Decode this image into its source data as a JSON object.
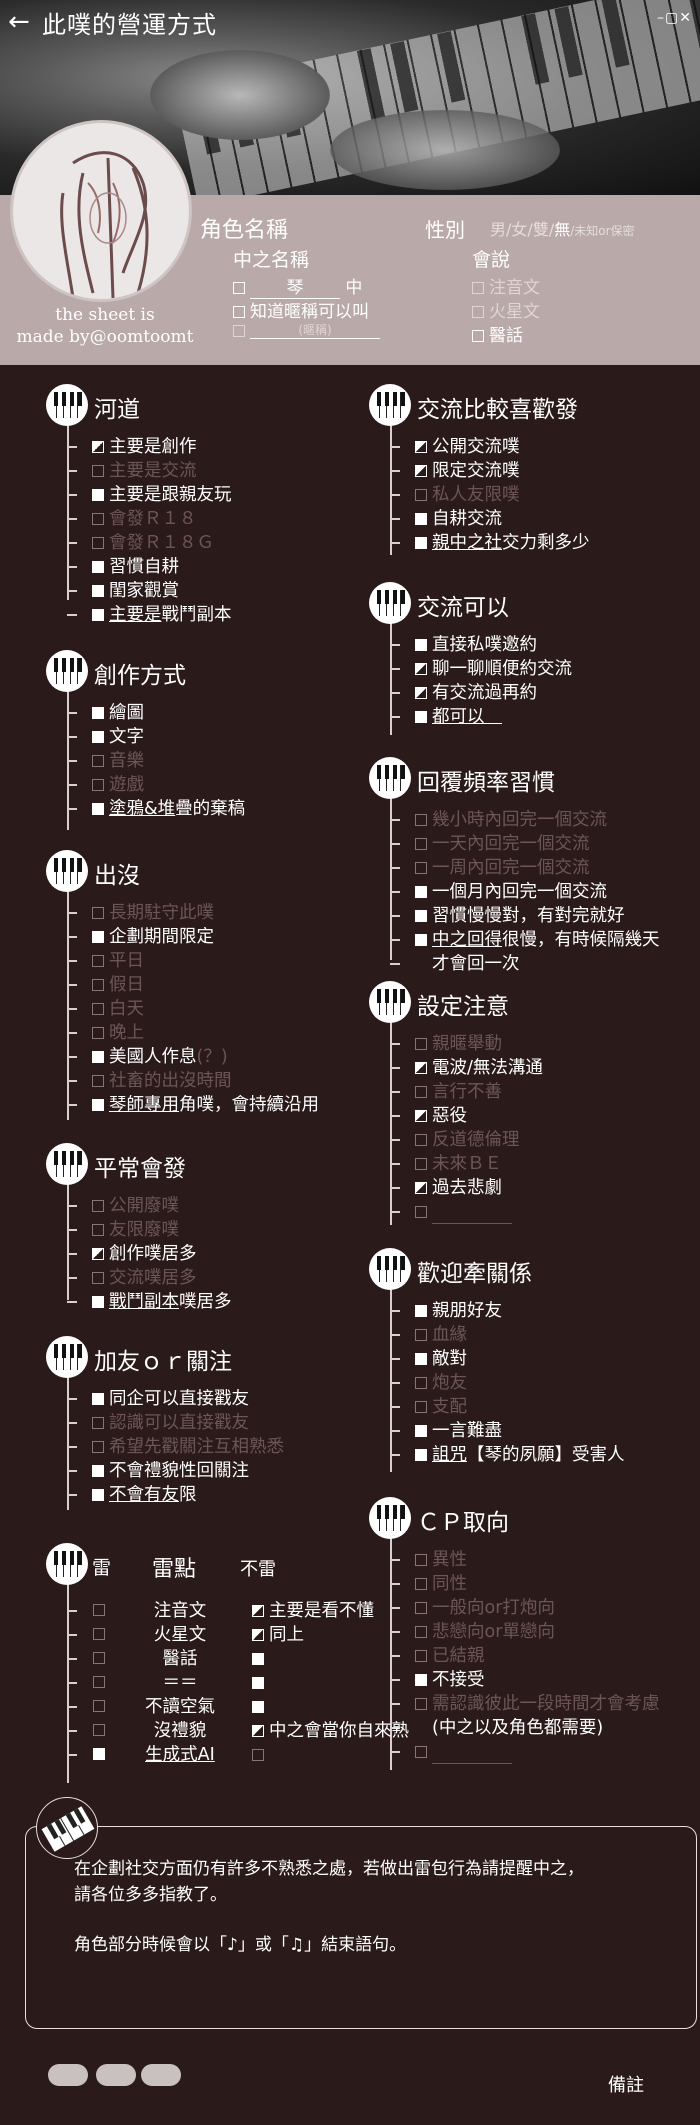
{
  "header": {
    "back_icon": "←",
    "title": "此噗的營運方式",
    "window_controls": "–▢✕"
  },
  "profile": {
    "credit_line1": "the sheet is",
    "credit_line2": "made by@oomtoomt",
    "role_label": "角色名稱",
    "gender_label": "性別",
    "gender_opts": [
      "男/",
      "女/",
      "雙/",
      "無",
      "/未知or保密"
    ],
    "nick_label": "中之名稱",
    "speak_label": "會說",
    "nick_rows": [
      {
        "prefix": "",
        "name": "琴",
        "suffix": "中",
        "state": "off"
      },
      {
        "text": "知道暱稱可以叫",
        "state": "off"
      },
      {
        "text": "(暱稱)",
        "state": "dim"
      }
    ],
    "speak_rows": [
      {
        "text": "注音文",
        "state": "dim"
      },
      {
        "text": "火星文",
        "state": "dim"
      },
      {
        "text": "醫話",
        "state": "off"
      }
    ]
  },
  "left": {
    "river": {
      "title": "河道",
      "items": [
        {
          "t": "主要是創作",
          "s": "half"
        },
        {
          "t": "主要是交流",
          "s": "dim"
        },
        {
          "t": "主要是跟親友玩",
          "s": "on"
        },
        {
          "t": "會發Ｒ１８",
          "s": "dim"
        },
        {
          "t": "會發Ｒ１８Ｇ",
          "s": "dim"
        },
        {
          "t": "習慣自耕",
          "s": "on"
        },
        {
          "t": "閨家觀賞",
          "s": "on"
        },
        {
          "t": "主要是戰鬥副本",
          "s": "on",
          "u": "主要是"
        }
      ]
    },
    "create": {
      "title": "創作方式",
      "items": [
        {
          "t": "繪圖",
          "s": "on"
        },
        {
          "t": "文字",
          "s": "on"
        },
        {
          "t": "音樂",
          "s": "dim"
        },
        {
          "t": "遊戲",
          "s": "dim"
        },
        {
          "t": "塗鴉&堆疊的棄稿",
          "s": "on",
          "u": "塗鴉&堆"
        }
      ]
    },
    "appear": {
      "title": "出沒",
      "items": [
        {
          "t": "長期駐守此噗",
          "s": "dim"
        },
        {
          "t": "企劃期間限定",
          "s": "on"
        },
        {
          "t": "平日",
          "s": "dim"
        },
        {
          "t": "假日",
          "s": "dim"
        },
        {
          "t": "白天",
          "s": "dim"
        },
        {
          "t": "晚上",
          "s": "dim"
        },
        {
          "t": "美國人作息",
          "s": "on",
          "tail": "(？)"
        },
        {
          "t": "社畜的出沒時間",
          "s": "dim"
        },
        {
          "t": "琴師專用角噗，會持續沿用",
          "s": "on",
          "u": "琴師專用"
        }
      ]
    },
    "usual": {
      "title": "平常會發",
      "items": [
        {
          "t": "公開廢噗",
          "s": "dim"
        },
        {
          "t": "友限廢噗",
          "s": "dim"
        },
        {
          "t": "創作噗居多",
          "s": "half"
        },
        {
          "t": "交流噗居多",
          "s": "dim"
        },
        {
          "t": "戰鬥副本噗居多",
          "s": "on",
          "u": "戰鬥副本"
        }
      ]
    },
    "friend": {
      "title": "加友ｏｒ關注",
      "items": [
        {
          "t": "同企可以直接戳友",
          "s": "on"
        },
        {
          "t": "認識可以直接戳友",
          "s": "dim"
        },
        {
          "t": "希望先戳關注互相熟悉",
          "s": "dim"
        },
        {
          "t": "不會禮貌性回關注",
          "s": "on"
        },
        {
          "t": "不會有友限",
          "s": "on",
          "u": "不會有友"
        }
      ]
    },
    "thunder": {
      "title": "雷",
      "mid": "雷點",
      "right": "不雷",
      "rows": [
        {
          "l": "dim",
          "name": "注音文",
          "rs": "half",
          "rt": "主要是看不懂"
        },
        {
          "l": "dim",
          "name": "火星文",
          "rs": "half",
          "rt": "同上"
        },
        {
          "l": "dim",
          "name": "醫話",
          "rs": "on",
          "rt": ""
        },
        {
          "l": "dim",
          "name": "＝＝",
          "rs": "on",
          "rt": ""
        },
        {
          "l": "dim",
          "name": "不讀空氣",
          "rs": "on",
          "rt": ""
        },
        {
          "l": "dim",
          "name": "沒禮貌",
          "rs": "half",
          "rt": "中之會當你自來熟"
        },
        {
          "l": "on",
          "name": "生成式AI",
          "rs": "dim",
          "rt": ""
        }
      ]
    }
  },
  "right": {
    "interact": {
      "title": "交流比較喜歡發",
      "items": [
        {
          "t": "公開交流噗",
          "s": "half"
        },
        {
          "t": "限定交流噗",
          "s": "half"
        },
        {
          "t": "私人友限噗",
          "s": "dim"
        },
        {
          "t": "自耕交流",
          "s": "on"
        },
        {
          "t": "親中之社交力剩多少",
          "s": "on",
          "u": "親中之社"
        }
      ]
    },
    "can": {
      "title": "交流可以",
      "items": [
        {
          "t": "直接私噗邀約",
          "s": "on"
        },
        {
          "t": "聊一聊順便約交流",
          "s": "half"
        },
        {
          "t": "有交流過再約",
          "s": "half"
        },
        {
          "t": "都可以",
          "s": "on",
          "u": "都可以　"
        }
      ]
    },
    "reply": {
      "title": "回覆頻率習慣",
      "items": [
        {
          "t": "幾小時內回完一個交流",
          "s": "dim"
        },
        {
          "t": "一天內回完一個交流",
          "s": "dim"
        },
        {
          "t": "一周內回完一個交流",
          "s": "dim"
        },
        {
          "t": "一個月內回完一個交流",
          "s": "on"
        },
        {
          "t": "習慣慢慢對，有對完就好",
          "s": "on"
        },
        {
          "t": "中之回得很慢，有時候隔幾天",
          "s": "on",
          "u": "中之回得"
        },
        {
          "t": "才會回一次",
          "s": "none"
        }
      ]
    },
    "setting": {
      "title": "設定注意",
      "items": [
        {
          "t": "親暱舉動",
          "s": "dim"
        },
        {
          "t": "電波/無法溝通",
          "s": "half"
        },
        {
          "t": "言行不善",
          "s": "dim"
        },
        {
          "t": "惡役",
          "s": "half"
        },
        {
          "t": "反道德倫理",
          "s": "dim"
        },
        {
          "t": "未來ＢＥ",
          "s": "dim"
        },
        {
          "t": "過去悲劇",
          "s": "half"
        },
        {
          "t": "",
          "s": "dim",
          "blank": true
        }
      ]
    },
    "relation": {
      "title": "歡迎牽關係",
      "items": [
        {
          "t": "親朋好友",
          "s": "on"
        },
        {
          "t": "血緣",
          "s": "dim"
        },
        {
          "t": "敵對",
          "s": "on"
        },
        {
          "t": "炮友",
          "s": "dim"
        },
        {
          "t": "支配",
          "s": "dim"
        },
        {
          "t": "一言難盡",
          "s": "on"
        },
        {
          "t": "詛咒【琴的夙願】受害人",
          "s": "on",
          "u": "詛咒"
        }
      ]
    },
    "cp": {
      "title": "ＣＰ取向",
      "items": [
        {
          "t": "異性",
          "s": "dim"
        },
        {
          "t": "同性",
          "s": "dim"
        },
        {
          "t": "一般向or打炮向",
          "s": "dim"
        },
        {
          "t": "悲戀向or單戀向",
          "s": "dim"
        },
        {
          "t": "已結親",
          "s": "dim"
        },
        {
          "t": "不接受",
          "s": "on"
        },
        {
          "t": "需認識彼此一段時間才會考慮",
          "s": "dim"
        },
        {
          "t": "(中之以及角色都需要)",
          "s": "none"
        },
        {
          "t": "",
          "s": "dim",
          "blank": true
        }
      ]
    }
  },
  "notes": {
    "line1": "在企劃社交方面仍有許多不熟悉之處，若做出雷包行為請提醒中之，",
    "line2": "請各位多多指教了。",
    "line3": "角色部分時候會以「♪」或「♫」結束語句。"
  },
  "footer": {
    "memo_label": "備註"
  },
  "colors": {
    "bg": "#2b1a1a",
    "profile_bg": "#b9a9a9",
    "dim_text": "#6d5555",
    "line": "#d8d0d0"
  }
}
